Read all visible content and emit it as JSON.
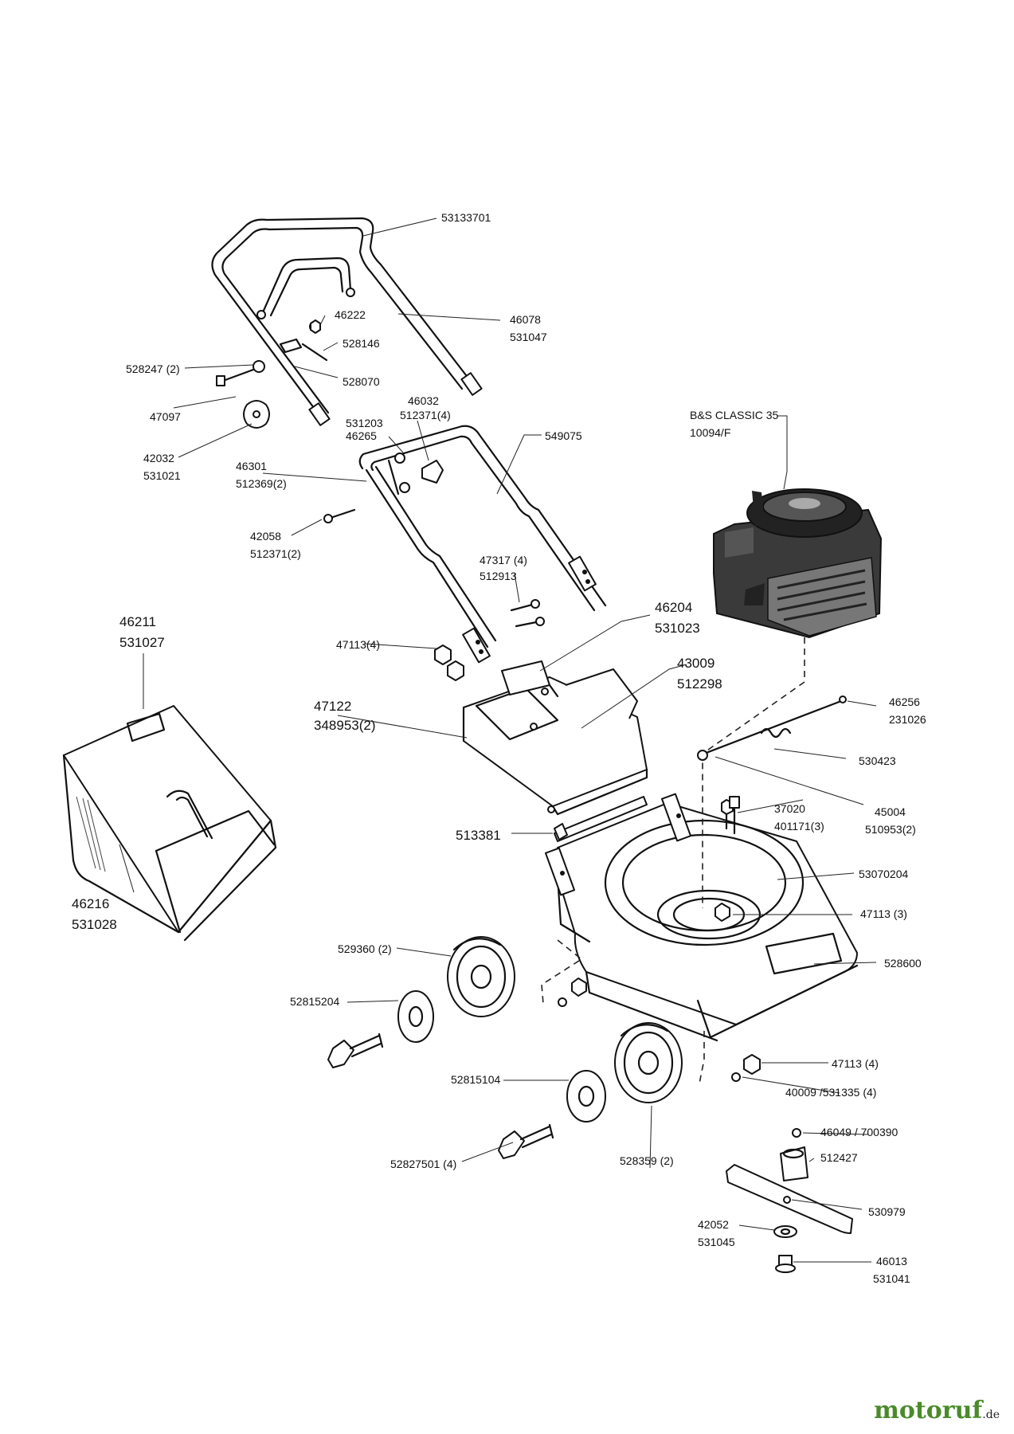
{
  "callouts": {
    "c53133701": "53133701",
    "c46222": "46222",
    "c46078": "46078",
    "c531047": "531047",
    "c528146": "528146",
    "c528247": "528247 (2)",
    "c528070": "528070",
    "c47097": "47097",
    "c46032": "46032",
    "c512371_4": "512371(4)",
    "c531203": "531203",
    "c46265": "46265",
    "c549075": "549075",
    "c42032": "42032",
    "c531021": "531021",
    "c46301": "46301",
    "c512369": "512369(2)",
    "c42058": "42058",
    "c512371_2": "512371(2)",
    "c47317": "47317 (4)",
    "c512913": "512913",
    "c46204": "46204",
    "c531023": "531023",
    "c47113_4a": "47113(4)",
    "c43009": "43009",
    "c512298": "512298",
    "c47122": "47122",
    "c348953": "348953(2)",
    "c46211": "46211",
    "c531027": "531027",
    "c46216": "46216",
    "c531028": "531028",
    "c513381": "513381",
    "c46256": "46256",
    "c231026": "231026",
    "c530423": "530423",
    "c37020": "37020",
    "c401171": "401171(3)",
    "c45004": "45004",
    "c510953": "510953(2)",
    "c53070204": "53070204",
    "c47113_3": "47113 (3)",
    "c528600": "528600",
    "c529360": "529360 (2)",
    "c52815204": "52815204",
    "c47113_4b": "47113 (4)",
    "c40009": "40009 /531335 (4)",
    "c52815104": "52815104",
    "c52827501": "52827501 (4)",
    "c528359": "528359 (2)",
    "c46049": "46049 / 700390",
    "c512427": "512427",
    "c530979": "530979",
    "c42052": "42052",
    "c531045": "531045",
    "c46013": "46013",
    "c531041": "531041",
    "engine_line1": "B&S CLASSIC 35",
    "engine_line2": "10094/F"
  },
  "watermark": {
    "brand": "motoruf",
    "suffix": ".de"
  }
}
